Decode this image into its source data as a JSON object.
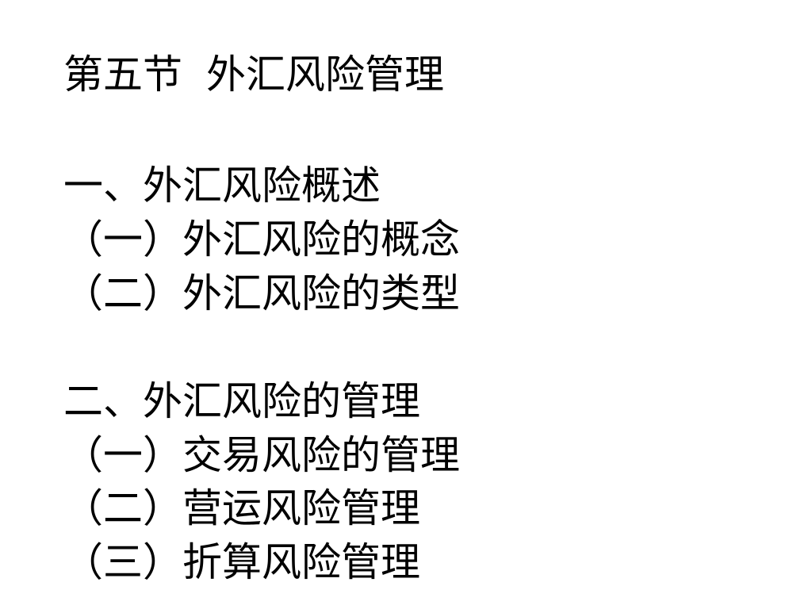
{
  "slide": {
    "title": {
      "section": "第五节",
      "topic": "外汇风险管理"
    },
    "sections": [
      {
        "heading": "一、外汇风险概述",
        "items": [
          "（一）外汇风险的概念",
          "（二）外汇风险的类型"
        ]
      },
      {
        "heading": "二、外汇风险的管理",
        "items": [
          "（一）交易风险的管理",
          "（二）营运风险管理",
          "（三）折算风险管理"
        ]
      }
    ]
  }
}
